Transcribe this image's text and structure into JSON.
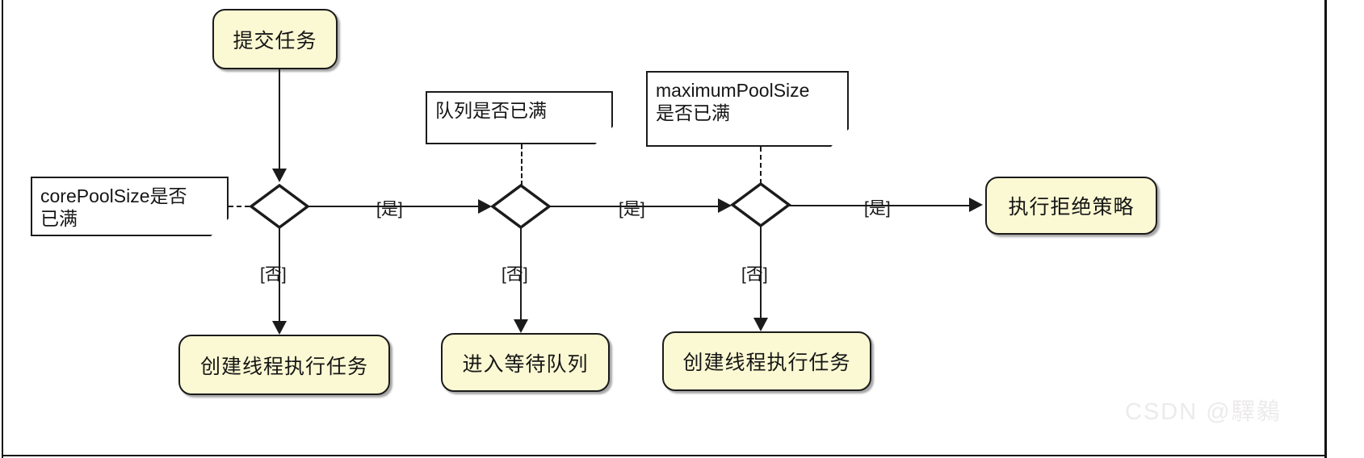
{
  "diagram": {
    "title": "ThreadPoolExecutor task submission activity diagram",
    "type": "uml-activity-flowchart",
    "colors": {
      "activity_fill": "#fbf9d3",
      "note_fill": "#ffffff",
      "stroke": "#1b1b1b",
      "watermark": "#eceaea"
    },
    "nodes": {
      "submit": "提交任务",
      "create_thread_1": "创建线程执行任务",
      "enter_queue": "进入等待队列",
      "create_thread_2": "创建线程执行任务",
      "reject_policy": "执行拒绝策略"
    },
    "notes": {
      "core_pool": {
        "line1": "corePoolSize是否",
        "line2": "已满"
      },
      "queue_full": {
        "line1": "队列是否已满",
        "line2": ""
      },
      "max_pool": {
        "line1": "maximumPoolSize",
        "line2": "是否已满"
      }
    },
    "edge_labels": {
      "yes_1": "[是]",
      "yes_2": "[是]",
      "yes_3": "[是]",
      "no_1": "[否]",
      "no_2": "[否]",
      "no_3": "[否]"
    },
    "decisions": {
      "d1": "corePoolSize是否已满",
      "d2": "队列是否已满",
      "d3": "maximumPoolSize是否已满"
    }
  },
  "watermark": {
    "text": "CSDN @驛鶨"
  }
}
